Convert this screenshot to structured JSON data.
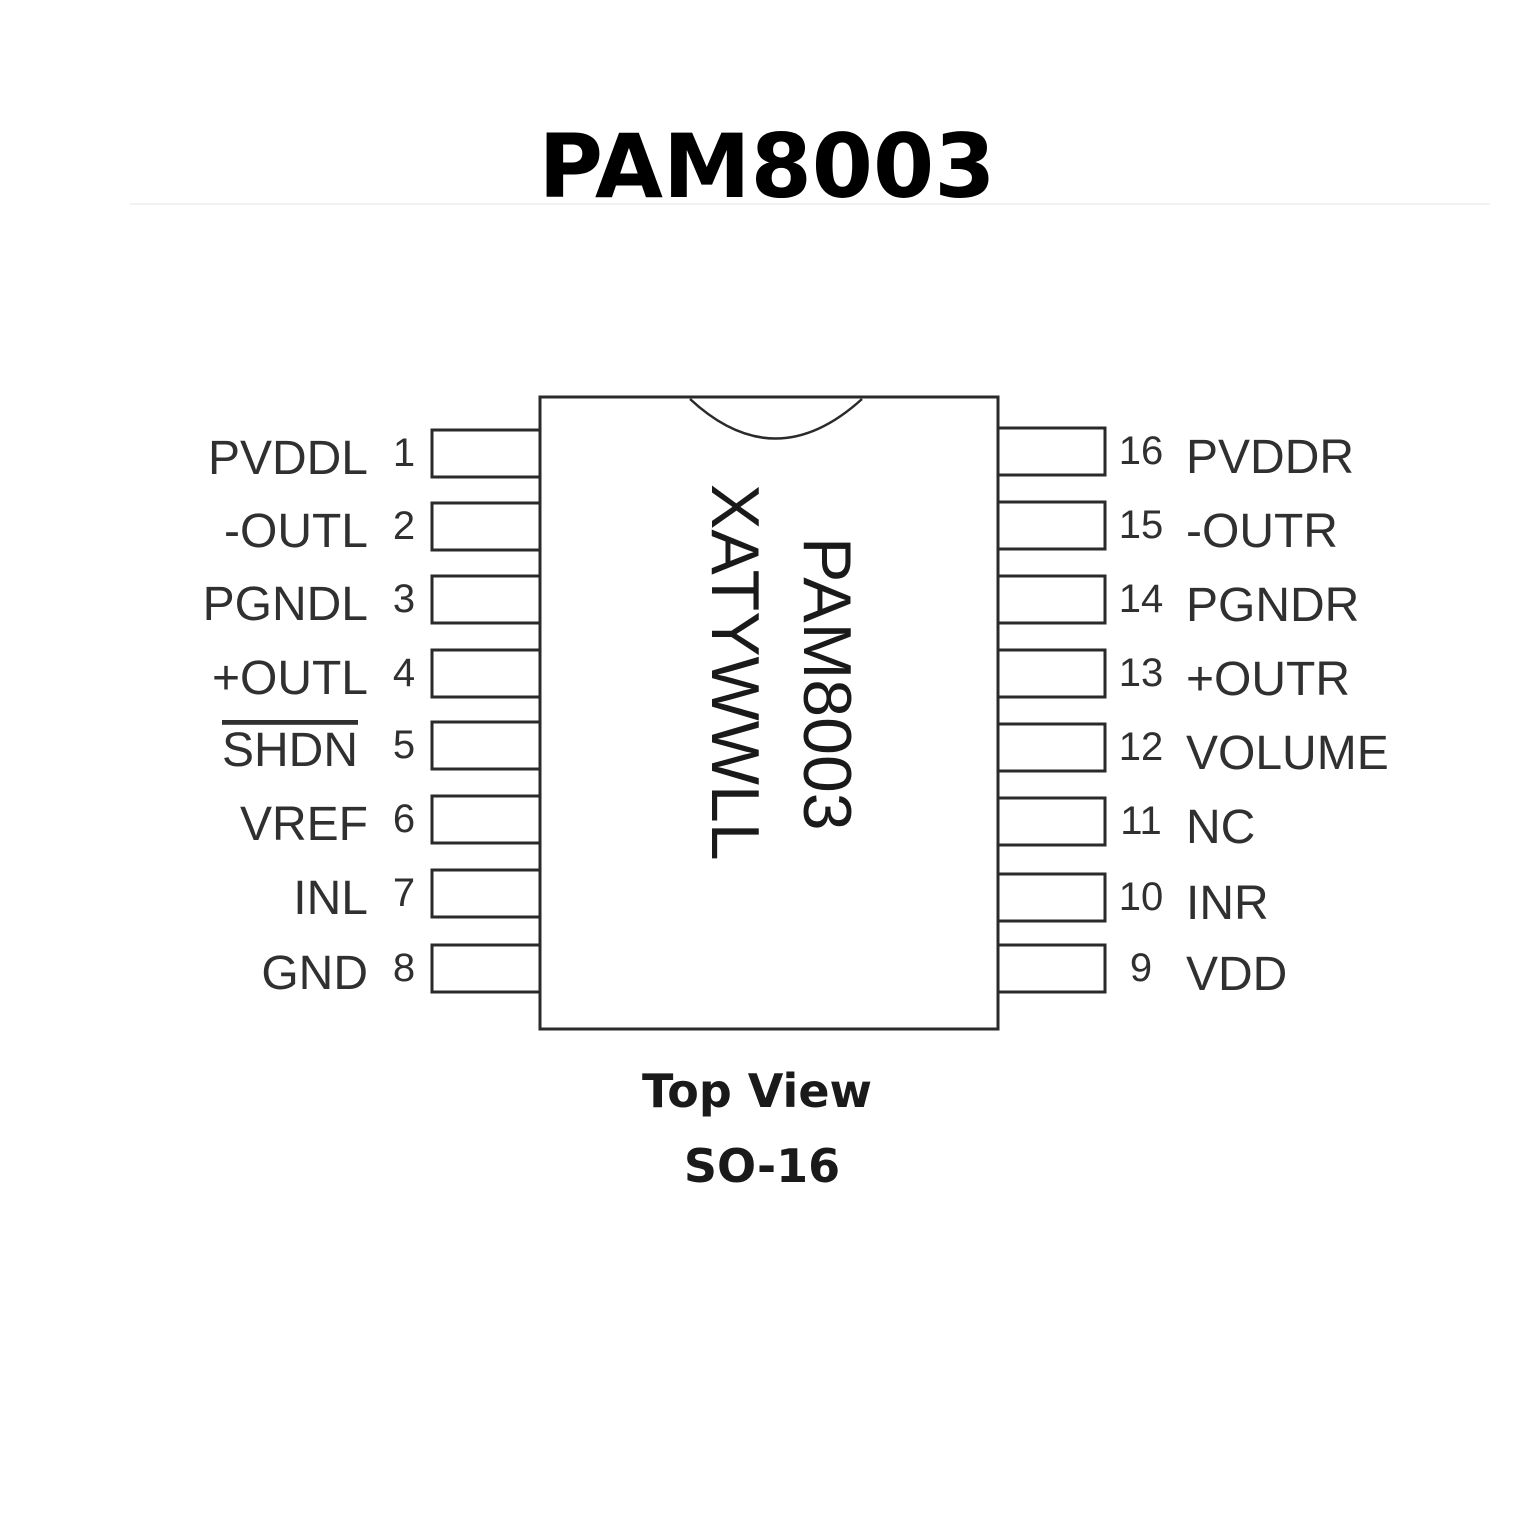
{
  "title": "PAM8003",
  "chip": {
    "marking_line1": "PAM8003",
    "marking_line2": "XATYWWLL"
  },
  "pins_left": [
    {
      "number": "1",
      "label": "PVDDL"
    },
    {
      "number": "2",
      "label": "-OUTL"
    },
    {
      "number": "3",
      "label": "PGNDL"
    },
    {
      "number": "4",
      "label": "+OUTL"
    },
    {
      "number": "5",
      "label": "SHDN",
      "overline": true
    },
    {
      "number": "6",
      "label": "VREF"
    },
    {
      "number": "7",
      "label": "INL"
    },
    {
      "number": "8",
      "label": "GND"
    }
  ],
  "pins_right": [
    {
      "number": "16",
      "label": "PVDDR"
    },
    {
      "number": "15",
      "label": "-OUTR"
    },
    {
      "number": "14",
      "label": "PGNDR"
    },
    {
      "number": "13",
      "label": "+OUTR"
    },
    {
      "number": "12",
      "label": "VOLUME"
    },
    {
      "number": "11",
      "label": "NC"
    },
    {
      "number": "10",
      "label": "INR"
    },
    {
      "number": "9",
      "label": "VDD"
    }
  ],
  "caption_view": "Top View",
  "caption_package": "SO-16"
}
